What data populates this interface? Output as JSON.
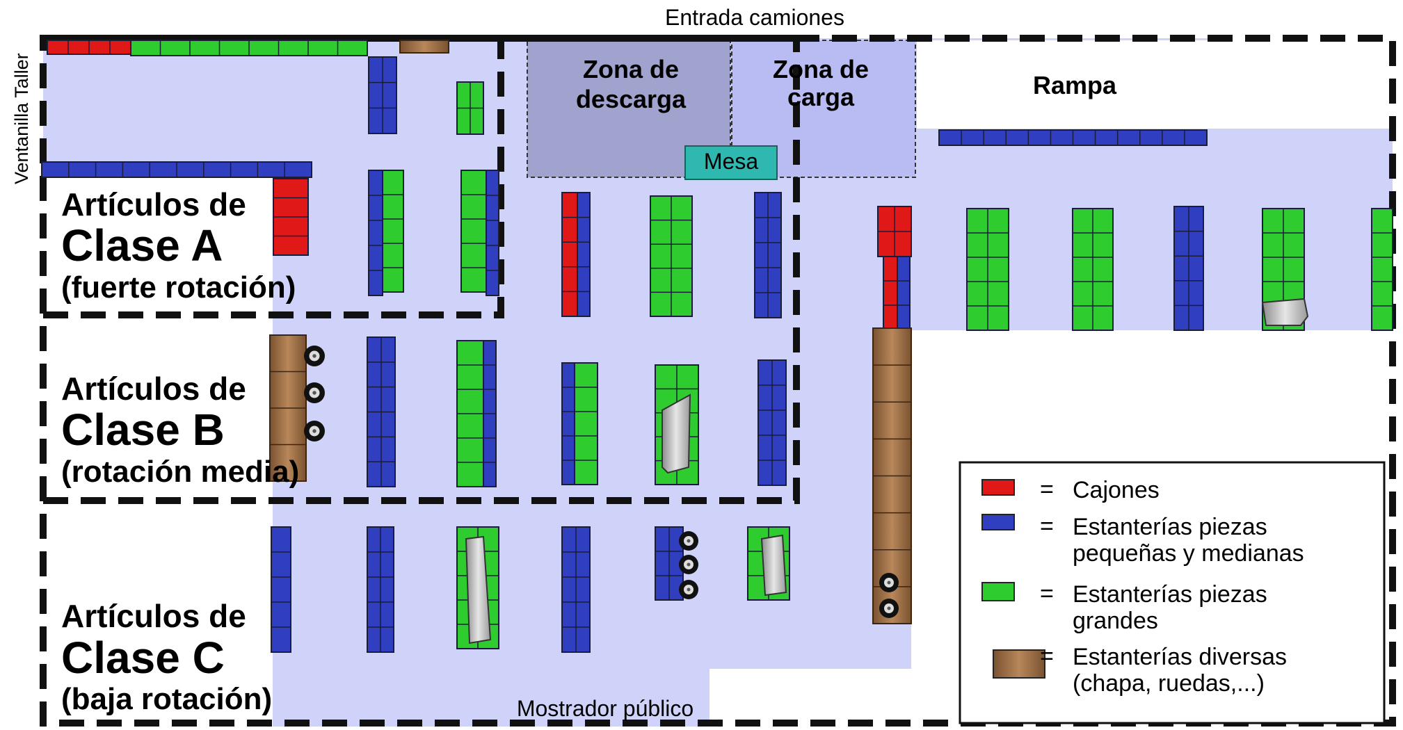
{
  "labels": {
    "entrance": "Entrada camiones",
    "window": "Ventanilla Taller",
    "counter": "Mostrador público",
    "unload_line1": "Zona de",
    "unload_line2": "descarga",
    "load_line1": "Zona de",
    "load_line2": "carga",
    "ramp": "Rampa",
    "table": "Mesa"
  },
  "zones": {
    "a": {
      "line1": "Artículos de",
      "line2": "Clase A",
      "line3": "(fuerte rotación)"
    },
    "b": {
      "line1": "Artículos de",
      "line2": "Clase B",
      "line3": "(rotación media)"
    },
    "c": {
      "line1": "Artículos de",
      "line2": "Clase C",
      "line3": "(baja rotación)"
    }
  },
  "legend": {
    "items": [
      {
        "symbol": "=",
        "line1": "Cajones",
        "line2": "",
        "color": "#e01818"
      },
      {
        "symbol": "=",
        "line1": "Estanterías piezas",
        "line2": "pequeñas y medianas",
        "color": "#2f3fc0"
      },
      {
        "symbol": "=",
        "line1": "Estanterías piezas",
        "line2": "grandes",
        "color": "#2fcc2f"
      },
      {
        "symbol": "=",
        "line1": "Estanterías diversas",
        "line2": "(chapa, ruedas,...)",
        "color": "#9b6b3e"
      }
    ]
  },
  "colors": {
    "floor": "#cfd3fa",
    "drawer": "#e01818",
    "small_shelf": "#2f3fc0",
    "large_shelf": "#2fcc2f",
    "misc_shelf": "#9b6b3e",
    "unload_zone": "#9fa3ce",
    "load_zone": "#b9bcf3",
    "table": "#2fb8b0"
  }
}
